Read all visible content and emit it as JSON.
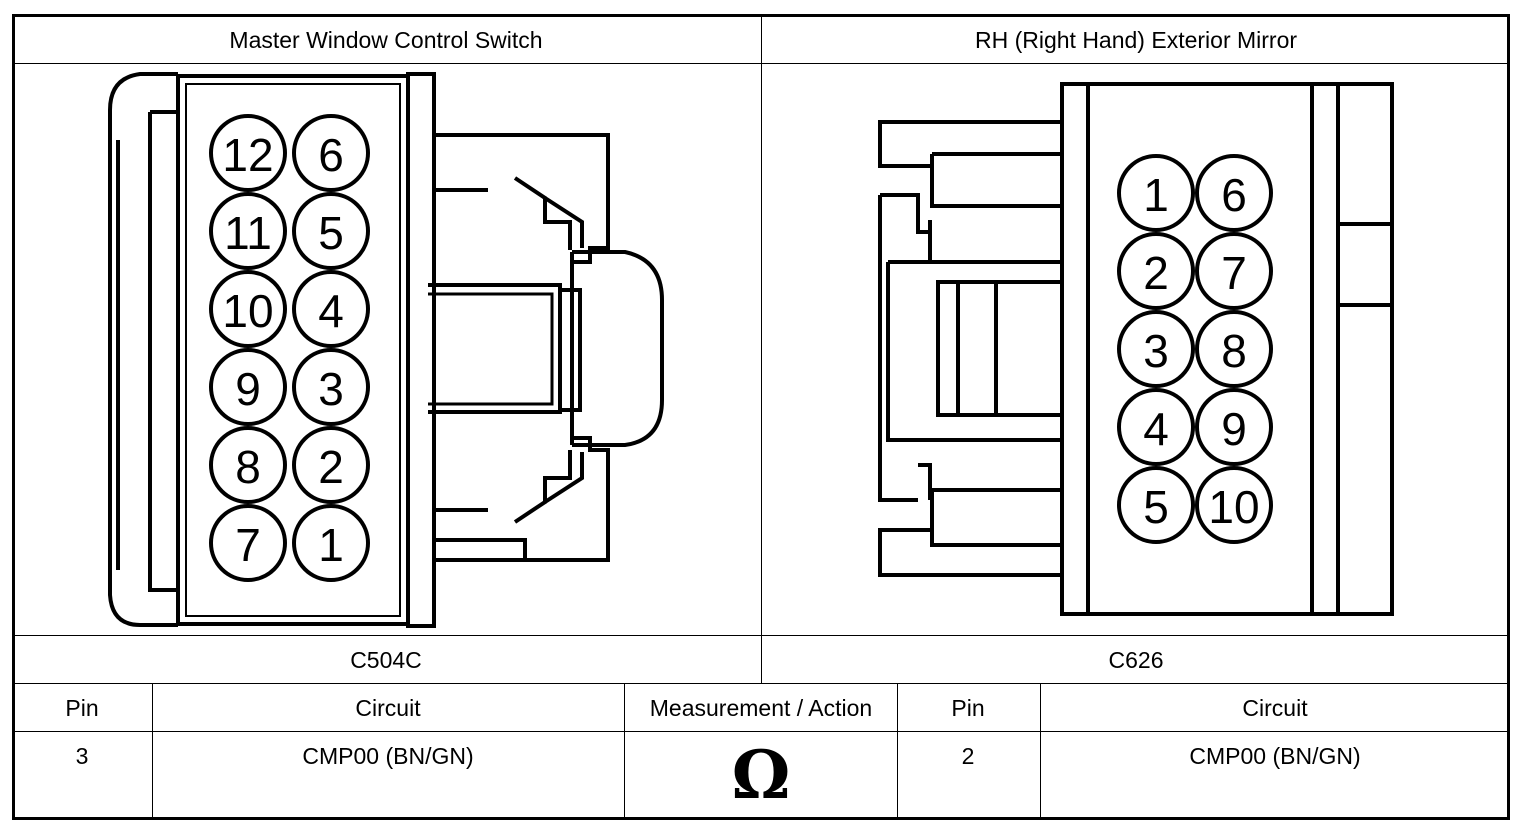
{
  "headers": {
    "left": "Master Window Control Switch",
    "right": "RH (Right Hand) Exterior Mirror"
  },
  "connectors": {
    "left": {
      "id": "C504C",
      "pins": [
        {
          "n": "12"
        },
        {
          "n": "6"
        },
        {
          "n": "11"
        },
        {
          "n": "5"
        },
        {
          "n": "10"
        },
        {
          "n": "4"
        },
        {
          "n": "9"
        },
        {
          "n": "3"
        },
        {
          "n": "8"
        },
        {
          "n": "2"
        },
        {
          "n": "7"
        },
        {
          "n": "1"
        }
      ]
    },
    "right": {
      "id": "C626",
      "pins": [
        {
          "n": "1"
        },
        {
          "n": "6"
        },
        {
          "n": "2"
        },
        {
          "n": "7"
        },
        {
          "n": "3"
        },
        {
          "n": "8"
        },
        {
          "n": "4"
        },
        {
          "n": "9"
        },
        {
          "n": "5"
        },
        {
          "n": "10"
        }
      ]
    }
  },
  "table": {
    "columns": [
      "Pin",
      "Circuit",
      "Measurement / Action",
      "Pin",
      "Circuit"
    ],
    "row": {
      "pin_left": "3",
      "circuit_left": "CMP00 (BN/GN)",
      "measurement_symbol": "Ω",
      "pin_right": "2",
      "circuit_right": "CMP00 (BN/GN)"
    }
  }
}
